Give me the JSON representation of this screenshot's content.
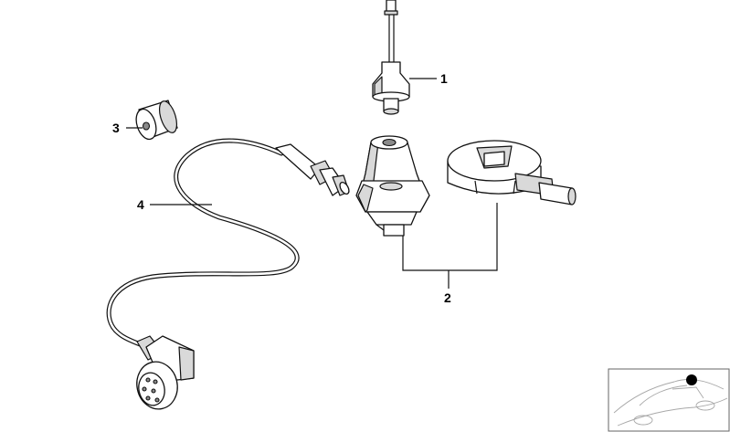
{
  "callouts": [
    {
      "id": "1",
      "label": "1"
    },
    {
      "id": "2",
      "label": "2"
    },
    {
      "id": "3",
      "label": "3"
    },
    {
      "id": "4",
      "label": "4"
    }
  ],
  "locator": {
    "marker_color": "#000000"
  }
}
